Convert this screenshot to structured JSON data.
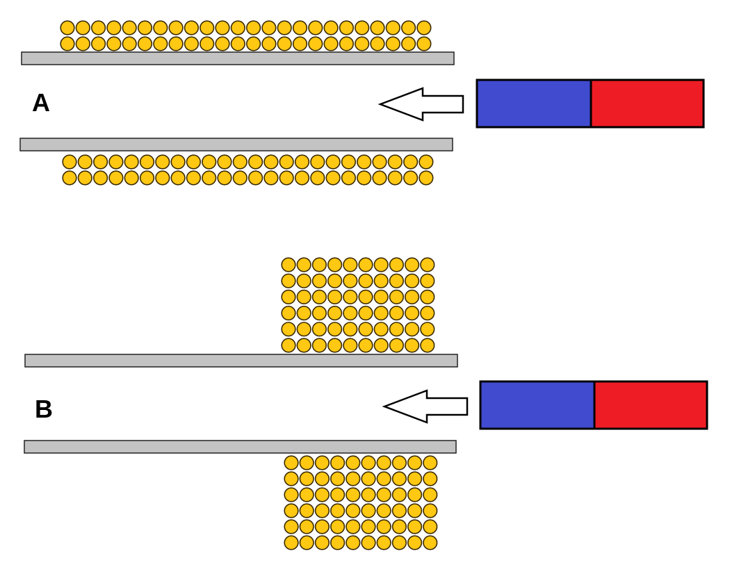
{
  "colors": {
    "particle_fill": "#FFC813",
    "particle_stroke": "#3a2a00",
    "plate_fill": "#C3C3C3",
    "magnet_north": "#414BCF",
    "magnet_south": "#EE1C25",
    "outline": "#000000"
  },
  "panels": [
    {
      "label": "A",
      "particles_above": {
        "rows": 2,
        "cols": 24
      },
      "particles_below": {
        "rows": 2,
        "cols": 24
      },
      "arrow_direction": "left"
    },
    {
      "label": "B",
      "particles_above": {
        "rows": 6,
        "cols": 10
      },
      "particles_below": {
        "rows": 6,
        "cols": 10
      },
      "arrow_direction": "left"
    }
  ]
}
